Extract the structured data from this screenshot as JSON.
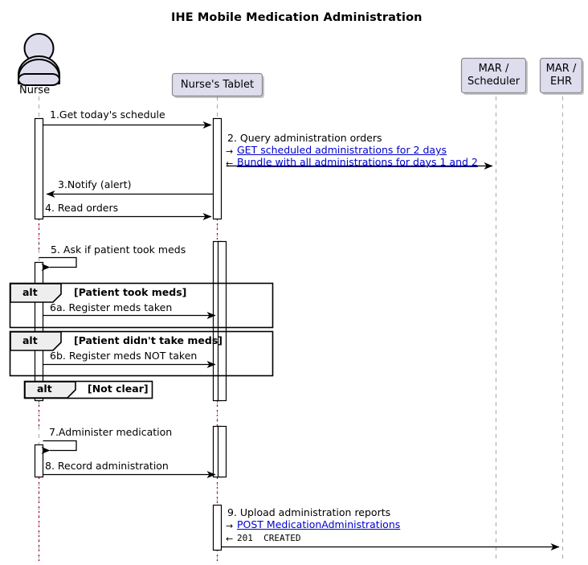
{
  "diagram": {
    "title": "IHE Mobile Medication Administration",
    "type": "uml-sequence-diagram",
    "colors": {
      "participant_fill": "#DDDDEE",
      "participant_stroke": "#888888",
      "actor_fill": "#DDDDEE",
      "actor_stroke": "#000000",
      "lifeline_dash": "#A8A8A8",
      "lifeline_gap": "#A80036",
      "fragment_header_fill": "#EEEEEE",
      "fragment_stroke": "#000000",
      "link_color": "#0000CC",
      "text_color": "#000000",
      "background": "#FFFFFF",
      "shadow": "#808080"
    }
  },
  "participants": [
    {
      "id": "nurse",
      "name": "Nurse",
      "kind": "actor",
      "label_lines": [
        "Nurse"
      ]
    },
    {
      "id": "tablet",
      "name": "Nurse's Tablet",
      "kind": "box",
      "label_lines": [
        "Nurse's Tablet"
      ]
    },
    {
      "id": "scheduler",
      "name": "MAR / Scheduler",
      "kind": "box",
      "label_lines": [
        "MAR /",
        "Scheduler"
      ]
    },
    {
      "id": "ehr",
      "name": "MAR / EHR",
      "kind": "box",
      "label_lines": [
        "MAR /",
        "EHR"
      ]
    }
  ],
  "messages": [
    {
      "seq": "1",
      "text": "1.Get today's schedule",
      "from": "nurse",
      "to": "tablet",
      "direction": "right"
    },
    {
      "seq": "2",
      "text": "2. Query administration orders",
      "from": "tablet",
      "to": "scheduler",
      "direction": "right",
      "details": [
        {
          "glyph": "request-arrow-icon",
          "arrow": "→",
          "text": "GET scheduled administrations for 2 days",
          "link": true
        },
        {
          "glyph": "response-arrow-icon",
          "arrow": "←",
          "text": "Bundle with all administrations for days 1 and 2",
          "link": true
        }
      ]
    },
    {
      "seq": "3",
      "text": "3.Notify (alert)",
      "from": "tablet",
      "to": "nurse",
      "direction": "left"
    },
    {
      "seq": "4",
      "text": "4. Read orders",
      "from": "nurse",
      "to": "tablet",
      "direction": "right"
    },
    {
      "seq": "5",
      "text": "5. Ask if patient took meds",
      "from": "nurse",
      "to": "nurse",
      "direction": "self"
    },
    {
      "seq": "6a",
      "text": "6a. Register meds taken",
      "from": "nurse",
      "to": "tablet",
      "direction": "right"
    },
    {
      "seq": "6b",
      "text": "6b. Register meds NOT taken",
      "from": "nurse",
      "to": "tablet",
      "direction": "right"
    },
    {
      "seq": "7",
      "text": "7.Administer medication",
      "from": "nurse",
      "to": "nurse",
      "direction": "self"
    },
    {
      "seq": "8",
      "text": "8. Record administration",
      "from": "nurse",
      "to": "tablet",
      "direction": "right"
    },
    {
      "seq": "9",
      "text": "9. Upload administration reports",
      "from": "tablet",
      "to": "ehr",
      "direction": "right",
      "details": [
        {
          "glyph": "request-arrow-icon",
          "arrow": "→",
          "text": "POST MedicationAdministrations",
          "link": true
        },
        {
          "glyph": "response-arrow-icon",
          "arrow": "←",
          "text": "201  CREATED",
          "link": false,
          "mono": true
        }
      ]
    }
  ],
  "fragments": [
    {
      "operator": "alt",
      "guard": "[Patient took meds]"
    },
    {
      "operator": "alt",
      "guard": "[Patient didn't take meds]"
    },
    {
      "operator": "alt",
      "guard": "[Not clear]"
    }
  ]
}
